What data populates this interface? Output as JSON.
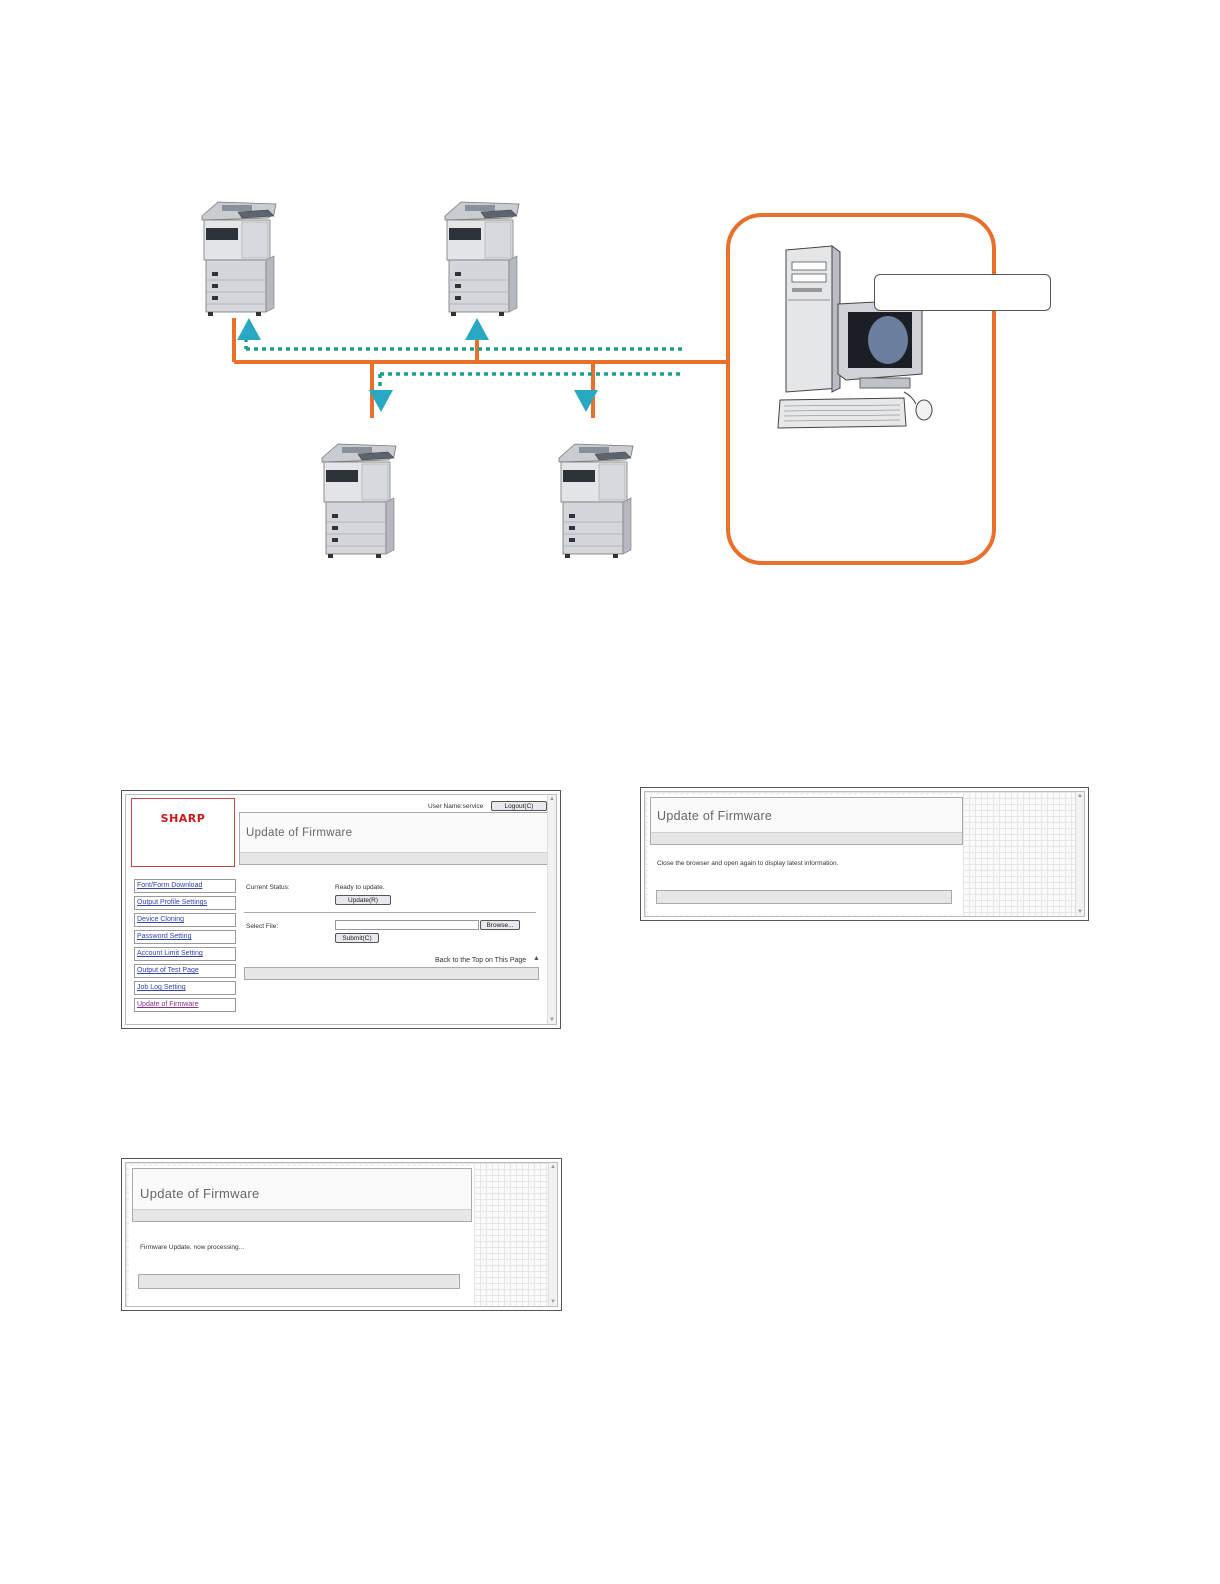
{
  "diagram": {
    "colors": {
      "network_line": "#e8702a",
      "transfer_dots": "#1a9f8c",
      "arrow": "#29a8c4",
      "frame": "#e8702a"
    },
    "icons": [
      "mfp-printer-icon",
      "pc-computer-icon"
    ]
  },
  "screen1": {
    "logo": "SHARP",
    "user_label": "User Name:service",
    "logout_button": "Logout(C)",
    "title": "Update of Firmware",
    "nav": [
      "Font/Form Download",
      "Output Profile Settings",
      "Device Cloning",
      "Password Setting",
      "Account Limit Setting",
      "Output of Test Page",
      "Job Log Setting",
      "Update of Firmware"
    ],
    "current_status_label": "Current Status:",
    "current_status_value": "Ready to update.",
    "update_button": "Update(R)",
    "select_file_label": "Select File:",
    "browse_button": "Browse...",
    "submit_button": "Submit(C)",
    "back_to_top": "Back to the Top on This Page"
  },
  "screen2": {
    "title": "Update of Firmware",
    "message": "Close the browser and open again to display latest information."
  },
  "screen3": {
    "title": "Update of Firmware",
    "message": "Firmware Update, now processing..."
  }
}
